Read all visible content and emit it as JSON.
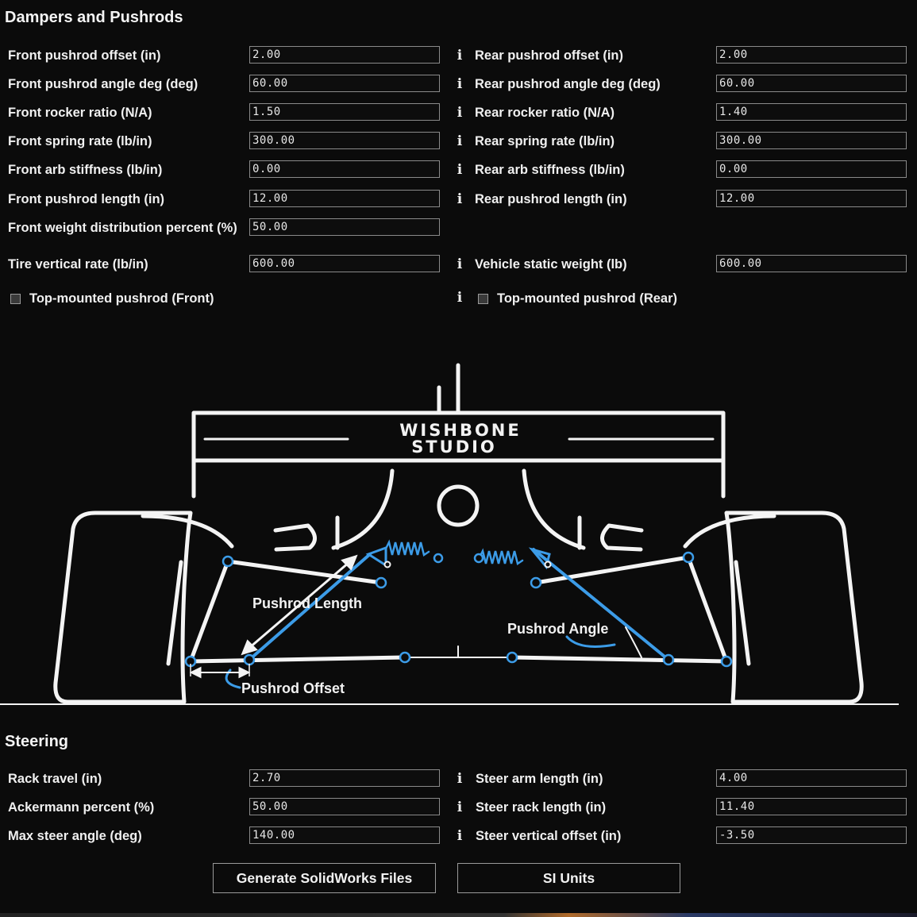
{
  "dampers": {
    "title": "Dampers and Pushrods",
    "left": [
      {
        "label": "Front pushrod offset (in)",
        "value": "2.00"
      },
      {
        "label": "Front pushrod angle deg (deg)",
        "value": "60.00"
      },
      {
        "label": "Front rocker ratio (N/A)",
        "value": "1.50"
      },
      {
        "label": "Front spring rate (lb/in)",
        "value": "300.00"
      },
      {
        "label": "Front arb stiffness (lb/in)",
        "value": "0.00"
      },
      {
        "label": "Front pushrod length (in)",
        "value": "12.00"
      },
      {
        "label": "Front weight distribution percent (%)",
        "value": "50.00"
      },
      {
        "label": "Tire vertical rate (lb/in)",
        "value": "600.00"
      }
    ],
    "right": [
      {
        "label": "Rear pushrod offset (in)",
        "value": "2.00"
      },
      {
        "label": "Rear pushrod angle deg (deg)",
        "value": "60.00"
      },
      {
        "label": "Rear rocker ratio (N/A)",
        "value": "1.40"
      },
      {
        "label": "Rear spring rate (lb/in)",
        "value": "300.00"
      },
      {
        "label": "Rear arb stiffness (lb/in)",
        "value": "0.00"
      },
      {
        "label": "Rear pushrod length (in)",
        "value": "12.00"
      },
      {
        "label": "Vehicle static weight (lb)",
        "value": "600.00"
      }
    ],
    "top_mount_front": "Top-mounted pushrod (Front)",
    "top_mount_rear": "Top-mounted pushrod (Rear)",
    "info_glyph": "i"
  },
  "diagram": {
    "logo_line1": "WISHBONE",
    "logo_line2": "STUDIO",
    "pushrod_length": "Pushrod Length",
    "pushrod_angle": "Pushrod Angle",
    "pushrod_offset": "Pushrod Offset",
    "accent_color": "#3c9ce8"
  },
  "steering": {
    "title": "Steering",
    "left": [
      {
        "label": "Rack travel (in)",
        "value": "2.70"
      },
      {
        "label": "Ackermann percent (%)",
        "value": "50.00"
      },
      {
        "label": "Max steer angle (deg)",
        "value": "140.00"
      }
    ],
    "right": [
      {
        "label": "Steer arm length (in)",
        "value": "4.00"
      },
      {
        "label": "Steer rack length (in)",
        "value": "11.40"
      },
      {
        "label": "Steer vertical offset (in)",
        "value": "-3.50"
      }
    ]
  },
  "buttons": {
    "generate": "Generate SolidWorks Files",
    "units": "SI Units"
  }
}
